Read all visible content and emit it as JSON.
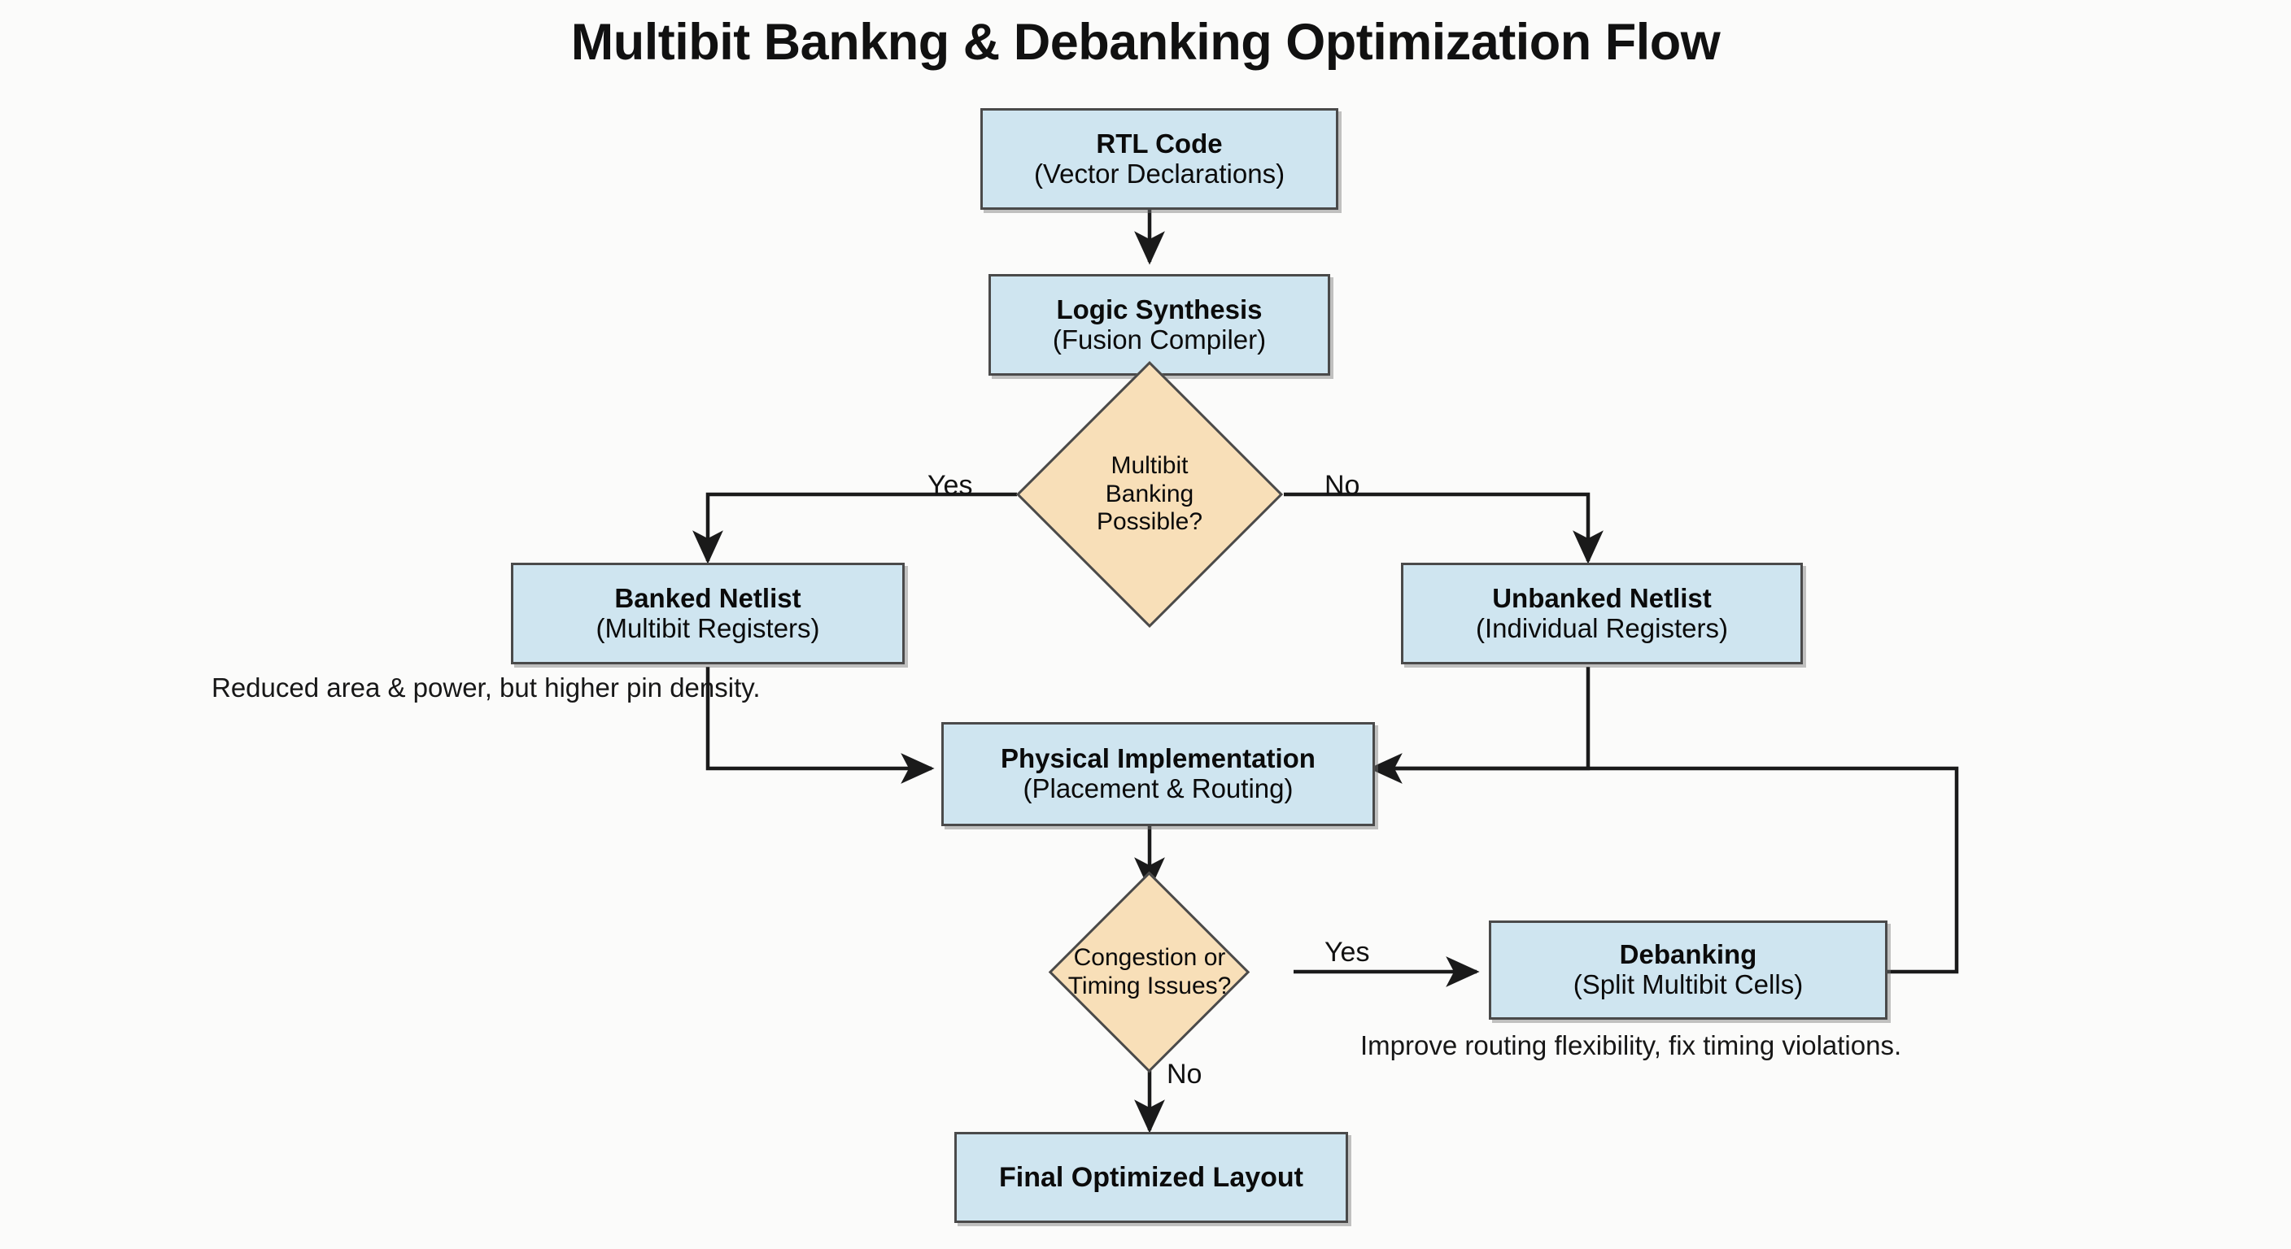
{
  "diagram": {
    "title": "Multibit Bankng & Debanking Optimization Flow",
    "type": "flowchart",
    "colors": {
      "process_fill": "#cfe5f0",
      "decision_fill": "#f8dfb8",
      "stroke": "#4a4a4a",
      "connector": "#1a1a1a",
      "text": "#0b0b0b",
      "background": "#fbfbfa"
    },
    "nodes": {
      "rtl_code": {
        "shape": "process",
        "line1": "RTL Code",
        "line2": "(Vector Declarations)"
      },
      "logic_synthesis": {
        "shape": "process",
        "line1": "Logic Synthesis",
        "line2": "(Fusion Compiler)"
      },
      "multibit_decision": {
        "shape": "decision",
        "line1": "Multibit",
        "line2": "Banking",
        "line3": "Possible?"
      },
      "banked_netlist": {
        "shape": "process",
        "line1": "Banked Netlist",
        "line2": "(Multibit Registers)"
      },
      "unbanked_netlist": {
        "shape": "process",
        "line1": "Unbanked Netlist",
        "line2": "(Individual Registers)"
      },
      "physical_impl": {
        "shape": "process",
        "line1": "Physical Implementation",
        "line2": "(Placement & Routing)"
      },
      "congestion_decision": {
        "shape": "decision",
        "line1": "Congestion or",
        "line2": "Timing Issues?"
      },
      "debanking": {
        "shape": "process",
        "line1": "Debanking",
        "line2": "(Split Multibit Cells)"
      },
      "final_layout": {
        "shape": "process",
        "line1": "Final Optimized Layout",
        "line2": ""
      }
    },
    "edge_labels": {
      "multibit_yes": "Yes",
      "multibit_no": "No",
      "congestion_yes": "Yes",
      "congestion_no": "No"
    },
    "annotations": {
      "banked_note": "Reduced area & power, but higher pin density.",
      "debanking_note": "Improve routing flexibility, fix timing violations."
    }
  }
}
